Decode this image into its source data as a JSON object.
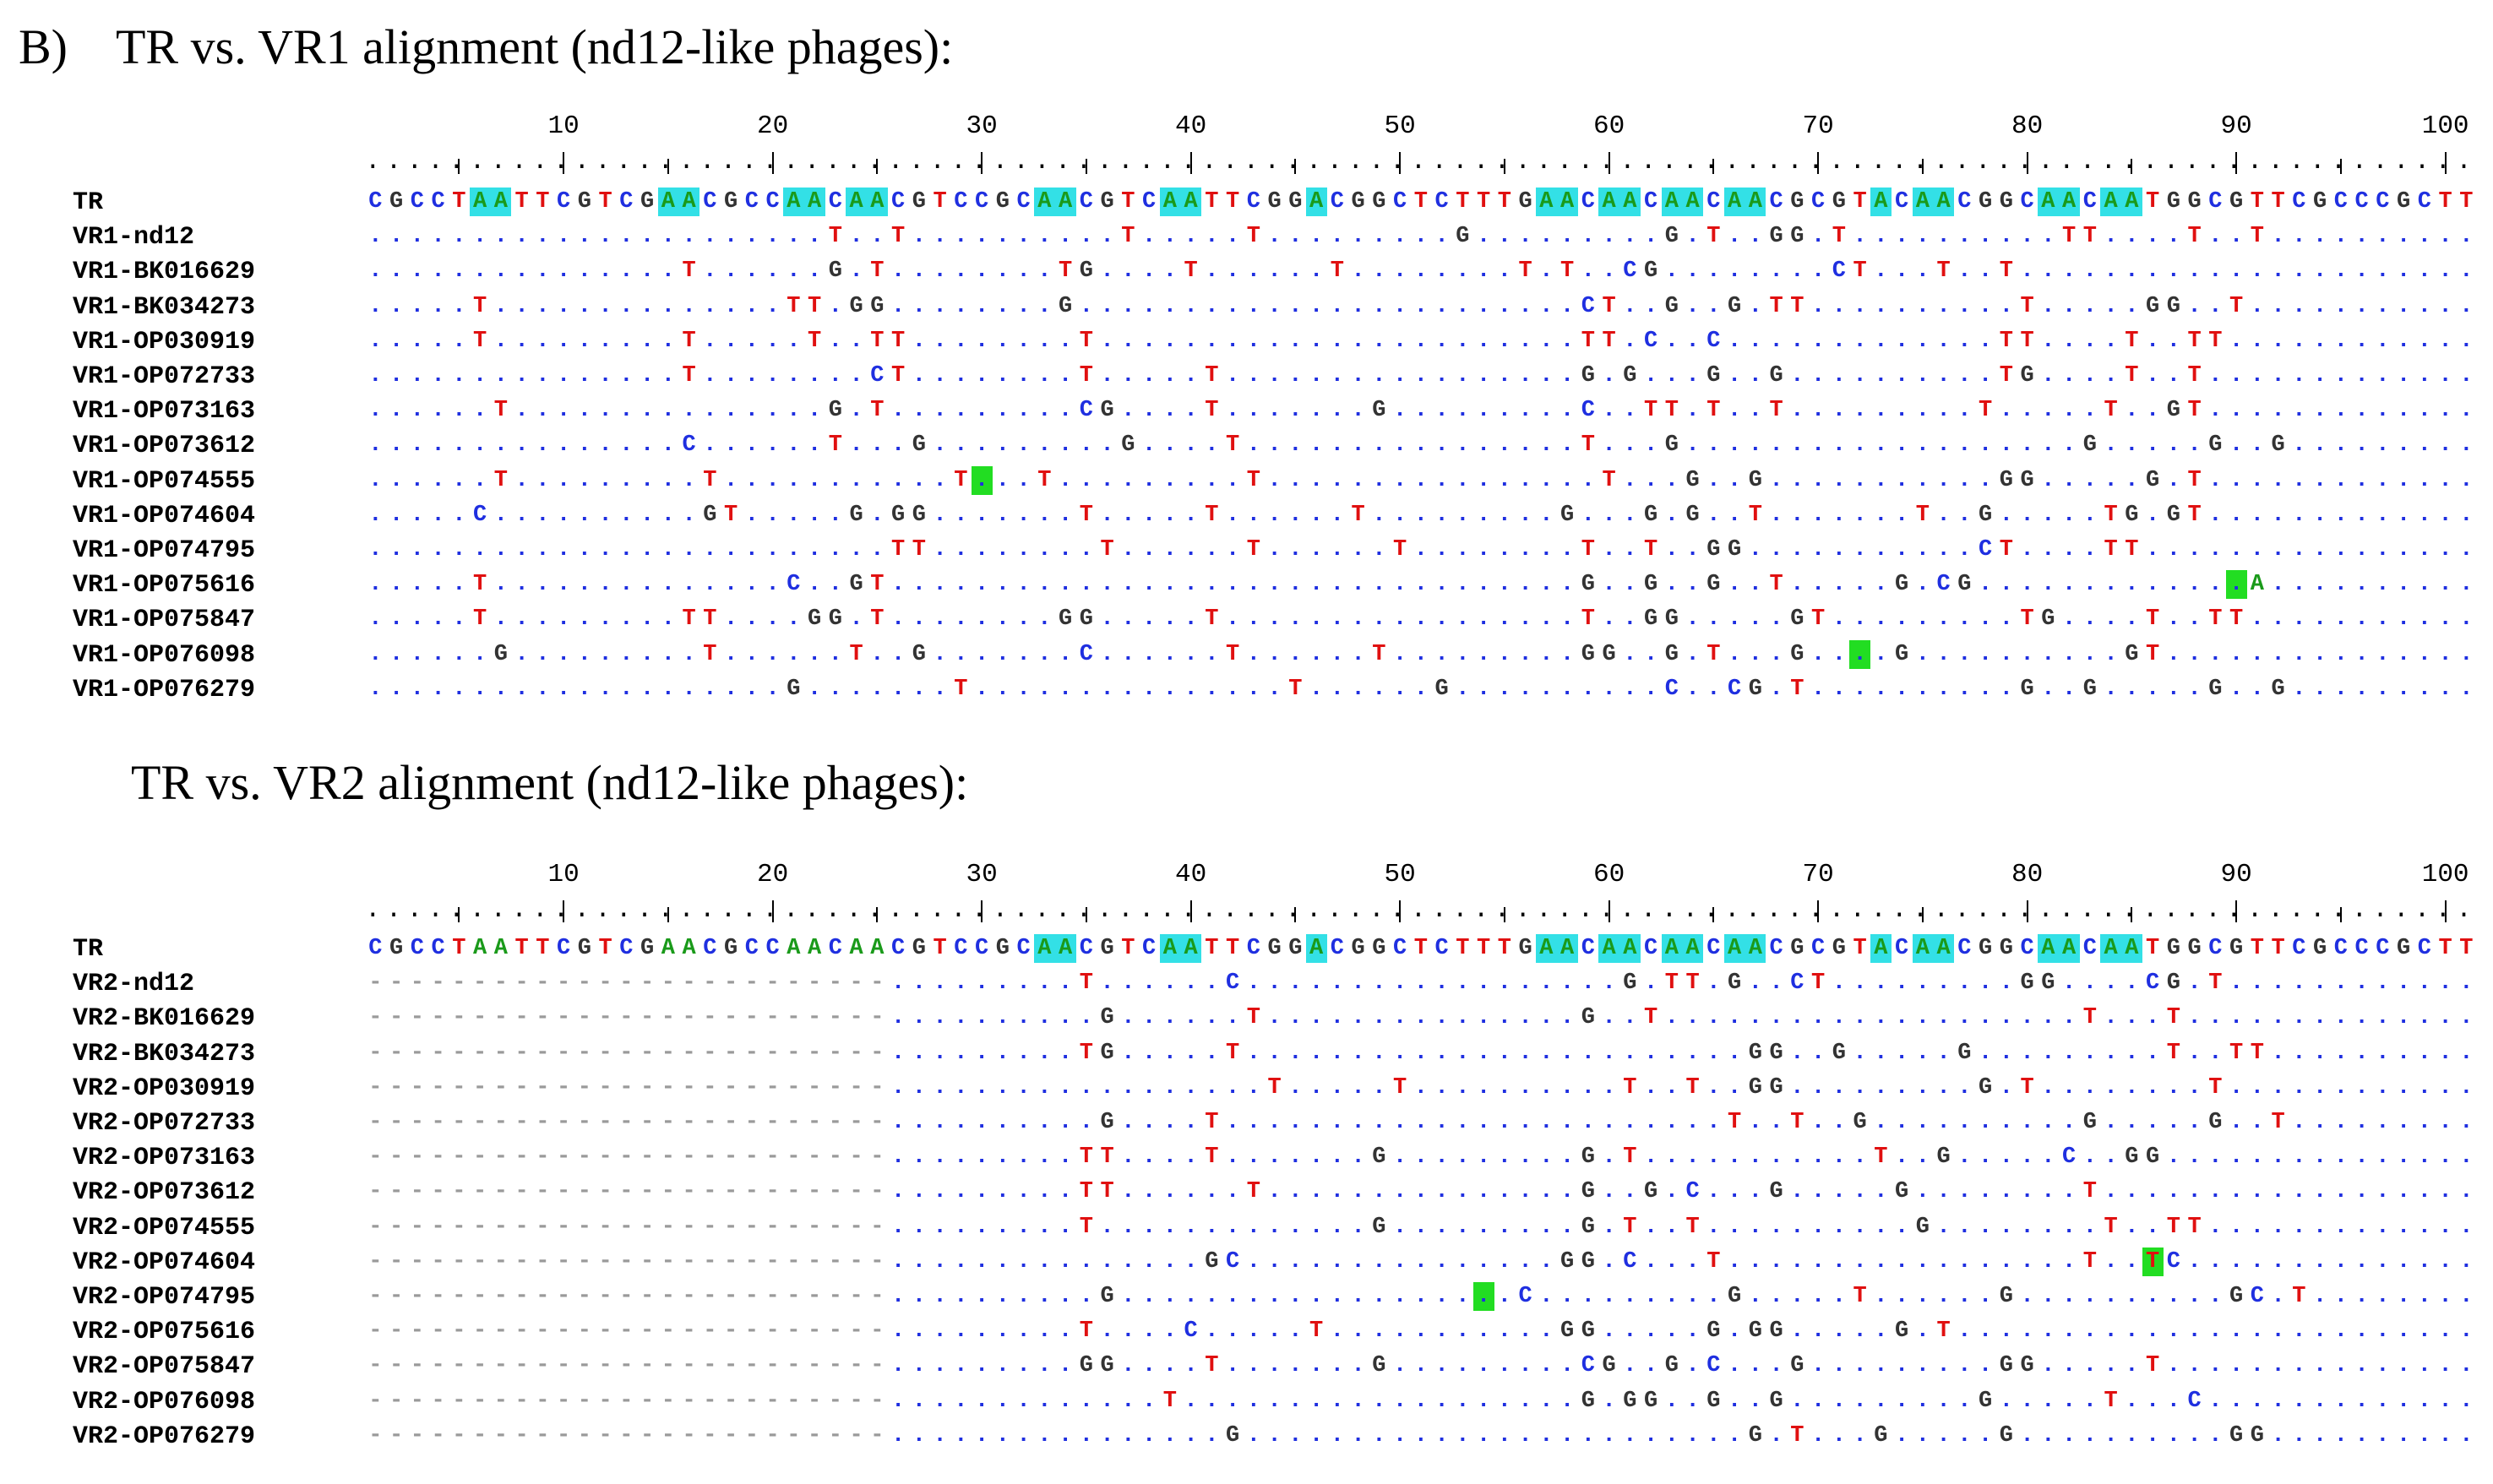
{
  "titles": {
    "top": "B)    TR vs. VR1 alignment (nd12-like phages):",
    "bottom": "TR vs. VR2 alignment (nd12-like phages):"
  },
  "colors": {
    "A": "#1a9a1a",
    "C": "#1f2fe0",
    "G": "#333333",
    "T": "#e01010",
    "dot": "#1f2fe0",
    "dash": "#9a9a9a",
    "highlight_cyan": "#33e0e6",
    "highlight_green": "#22dd22"
  },
  "ruler": {
    "labels": [
      "10",
      "20",
      "30",
      "40",
      "50",
      "60",
      "70",
      "80",
      "90",
      "100"
    ],
    "positions": [
      10,
      20,
      30,
      40,
      50,
      60,
      70,
      80,
      90,
      100
    ]
  },
  "tr_sequence": "CGCCTAATTCGTCGAACGCCAACAACGTCCGCAACGTCAATTCGGACGGCTCTTTGAACAACAACAACGCGTACAACGGCAACAATGGCGTTCGCCCGCTT",
  "alignments": [
    {
      "id": "vr1",
      "tr_highlight_cyan": [
        6,
        7,
        15,
        16,
        21,
        22,
        24,
        25,
        33,
        34,
        39,
        40,
        46,
        57,
        58,
        60,
        61,
        63,
        64,
        66,
        67,
        73,
        75,
        76,
        81,
        82,
        84,
        85
      ],
      "rows": [
        {
          "name": "TR",
          "seq": "CGCCTAATTCGTCGAACGCCAACAACGTCCGCAACGTCAATTCGGACGGCTCTTTGAACAACAACAACGCGTACAACGGCAACAATGGCGTTCGCCCGCTT",
          "green": []
        },
        {
          "name": "VR1-nd12",
          "seq": "......................T..T..........T.....T.........G.........G.T..GG.T..........TT....T..T.............................",
          "green": []
        },
        {
          "name": "VR1-BK016629",
          "seq": "...............T......G.T........TG....T......T........T.T..CG........CT...T..T..............................",
          "green": []
        },
        {
          "name": "VR1-BK034273",
          "seq": ".....T..............TT.GG........G........................CT..G..G.TT..........T.....GG..T...............",
          "green": []
        },
        {
          "name": "VR1-OP030919",
          "seq": ".....T.........T.....T..TT........T.......................TT.C..C.............TT....T..TT.................",
          "green": []
        },
        {
          "name": "VR1-OP072733",
          "seq": "...............T........CT........T.....T.................G.G...G..G..........TG....T..T.................",
          "green": []
        },
        {
          "name": "VR1-OP073163",
          "seq": "......T...............G.T.........CG....T.......G.........C..TT.T..T.........T.....T..GT.................",
          "green": []
        },
        {
          "name": "VR1-OP073612",
          "seq": "...............C......T...G.........G....T................T...G...................G.....G..G.............",
          "green": []
        },
        {
          "name": "VR1-OP074555",
          "seq": "......T.........T...........T...T.........T................T...G..G...........GG.....G.T.................",
          "green": [
            30
          ]
        },
        {
          "name": "VR1-OP074604",
          "seq": ".....C..........GT.....G.GG.......T.....T......T.........G...G.G..T.......T..G.....TG.GT.................",
          "green": []
        },
        {
          "name": "VR1-OP074795",
          "seq": ".........................TT........T......T......T........T..T..GG...........CT....TT.....................",
          "green": []
        },
        {
          "name": "VR1-OP075616",
          "seq": ".....T..............C..GT.................................G..G..G..T.....G.CG.............A..........",
          "green": [
            90
          ]
        },
        {
          "name": "VR1-OP075847",
          "seq": ".....T.........TT....GG.T........GG.....T.................T..GG.....GT.........TG....T..TT.................",
          "green": []
        },
        {
          "name": "VR1-OP076098",
          "seq": "......G.........T......T..G.......C......T......T.........GG..G.T...G....G..........GT...................",
          "green": [
            72
          ]
        },
        {
          "name": "VR1-OP076279",
          "seq": "....................G.......T...............T......G..........C..CG.T..........G..G.....G..G..............",
          "green": []
        }
      ]
    },
    {
      "id": "vr2",
      "tr_highlight_cyan": [
        33,
        34,
        39,
        40,
        46,
        57,
        58,
        60,
        61,
        63,
        64,
        66,
        67,
        73,
        75,
        76,
        81,
        82,
        84,
        85
      ],
      "rows": [
        {
          "name": "TR",
          "seq": "CGCCTAATTCGTCGAACGCCAACAACGTCCGCAACGTCAATTCGGACGGCTCTTTGAACAACAACAACGCGTACAACGGCAACAATGGCGTTCGCCCGCTT",
          "green": []
        },
        {
          "name": "VR2-nd12",
          "seq": "-------------------------.........T......C..................G.TT.G..CT.........GG....CG.T..............",
          "green": []
        },
        {
          "name": "VR2-BK016629",
          "seq": "-------------------------..........G......T...............G..T....................T...T.................",
          "green": []
        },
        {
          "name": "VR2-BK034273",
          "seq": "-------------------------.........TG.....T........................GG..G.....G.........T..TT................",
          "green": []
        },
        {
          "name": "VR2-OP030919",
          "seq": "-------------------------..................T.....T..........T..T..GG.........G.T........T...............",
          "green": []
        },
        {
          "name": "VR2-OP072733",
          "seq": "-------------------------..........G....T........................T..T..G..........G.....G..T...............",
          "green": []
        },
        {
          "name": "VR2-OP073163",
          "seq": "-------------------------.........TT....T.......G.........G.T...........T..G.....C..GG..................",
          "green": []
        },
        {
          "name": "VR2-OP073612",
          "seq": "-------------------------.........TT......T...............G..G.C...G.....G........T.....................",
          "green": []
        },
        {
          "name": "VR2-OP074555",
          "seq": "-------------------------.........T.............G.........G.T..T..........G........T..TT...................",
          "green": []
        },
        {
          "name": "VR2-OP074604",
          "seq": "-------------------------...............GC...............GG.C...T.................T..TC................",
          "green": [
            86
          ]
        },
        {
          "name": "VR2-OP074795",
          "seq": "-------------------------..........G...................C.........G.....T......G..........GC.T..............",
          "green": [
            54
          ]
        },
        {
          "name": "VR2-OP075616",
          "seq": "-------------------------.........T....C.....T...........GG.....G.GG.....G.T.............................",
          "green": []
        },
        {
          "name": "VR2-OP075847",
          "seq": "-------------------------.........GG....T.......G.........CG..G.C...G.........GG.....T...................",
          "green": []
        },
        {
          "name": "VR2-OP076098",
          "seq": "-------------------------.............T...................G.GG..G..G.........G.....T...C.................",
          "green": []
        },
        {
          "name": "VR2-OP076279",
          "seq": "-------------------------................G........................G.T...G.....G..........GG...............",
          "green": []
        }
      ]
    }
  ]
}
